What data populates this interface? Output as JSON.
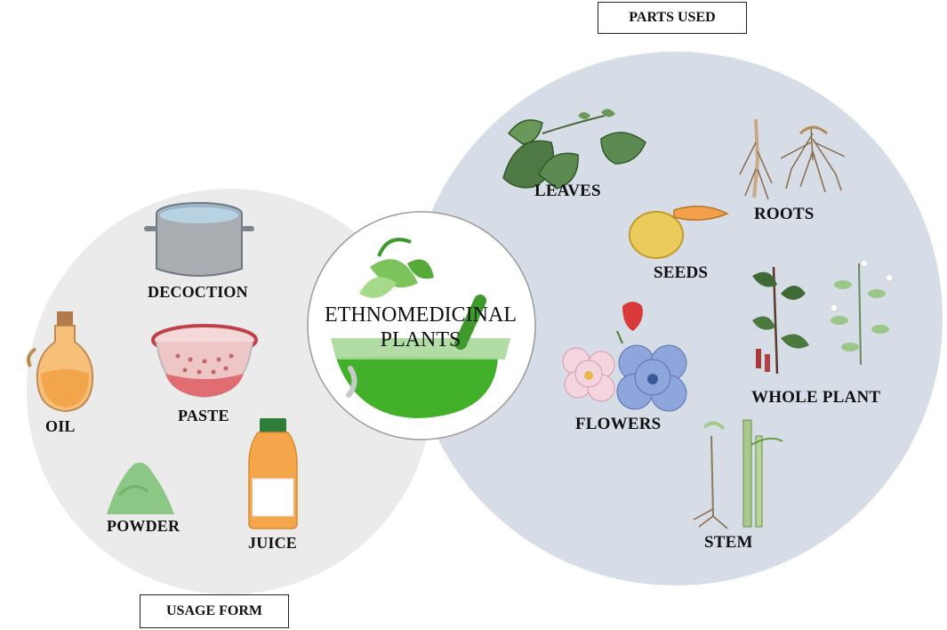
{
  "header": {
    "parts_used": "PARTS USED"
  },
  "footer": {
    "usage_form": "USAGE FORM"
  },
  "center": {
    "line1": "ETHNOMEDICINAL",
    "line2": "PLANTS"
  },
  "usage_forms": {
    "decoction": "DECOCTION",
    "oil": "OIL",
    "paste": "PASTE",
    "powder": "POWDER",
    "juice": "JUICE"
  },
  "parts": {
    "leaves": "LEAVES",
    "roots": "ROOTS",
    "seeds": "SEEDS",
    "flowers": "FLOWERS",
    "whole_plant": "WHOLE PLANT",
    "stem": "STEM"
  },
  "colors": {
    "usage_circle": "#ebebeb",
    "parts_circle": "#d7dde6",
    "accent_green": "#4caf36"
  }
}
